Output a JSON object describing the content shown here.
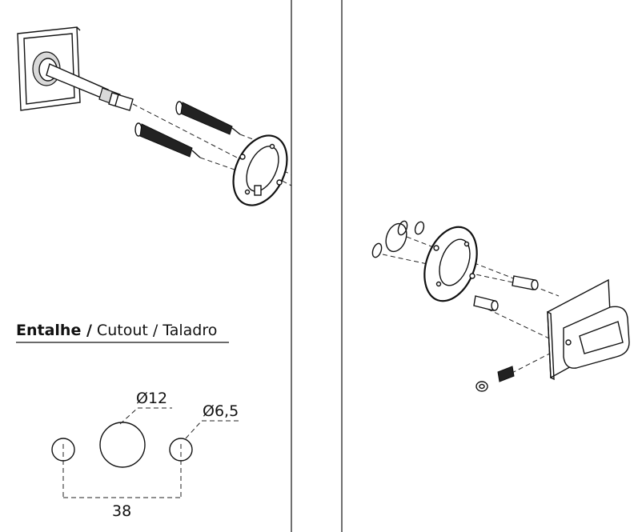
{
  "cutout": {
    "title_bold": "Entalhe /",
    "title_rest": " Cutout / Taladro",
    "dim_center": "Ø12",
    "dim_side": "Ø6,5",
    "dim_spacing": "38"
  }
}
